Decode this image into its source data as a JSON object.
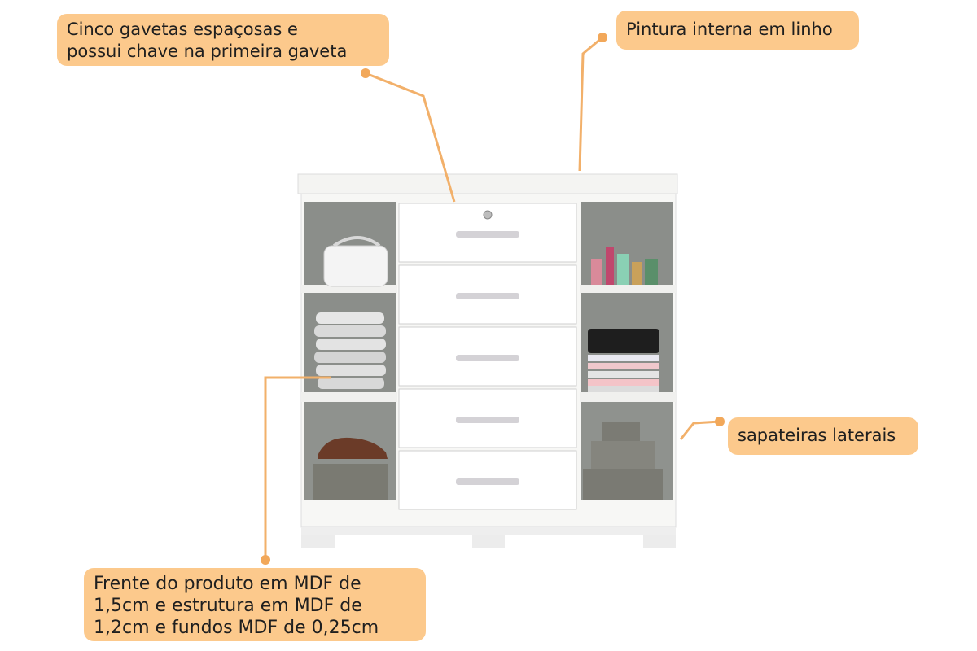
{
  "callouts": {
    "drawers": "Cinco gavetas espaçosas e\npossui chave na primeira gaveta",
    "paint": "Pintura interna em linho",
    "shoe": "sapateiras laterais",
    "material": "Frente do produto em MDF de\n1,5cm e estrutura em MDF de\n1,2cm e fundos MDF de 0,25cm"
  },
  "colors": {
    "callout_bg": "#fcc98c",
    "leader": "#f2b06a"
  }
}
